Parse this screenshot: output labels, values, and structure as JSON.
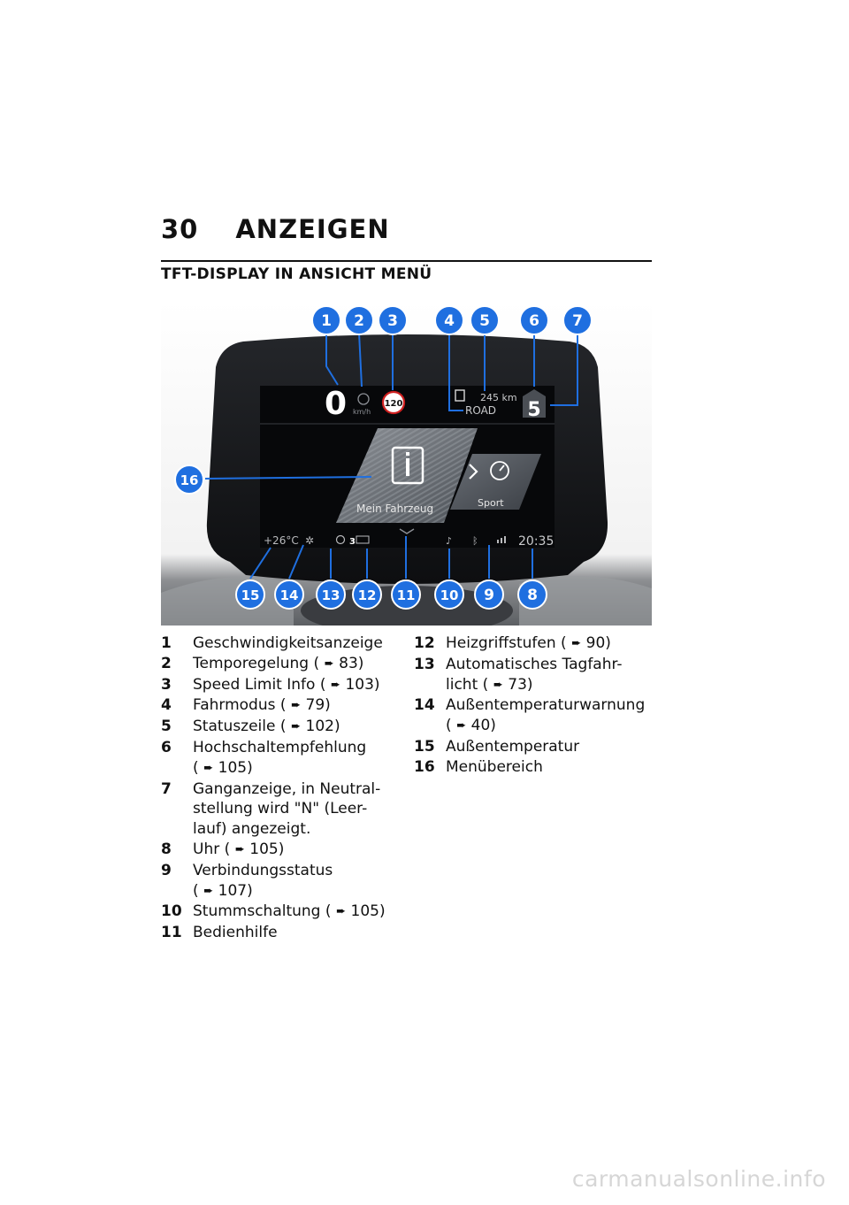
{
  "header": {
    "page_number": "30",
    "chapter": "ANZEIGEN"
  },
  "section_title": "TFT-DISPLAY IN ANSICHT MENÜ",
  "display": {
    "speed": "0",
    "speed_unit": "km/h",
    "speed_limit": "120",
    "range": "245 km",
    "ride_mode": "ROAD",
    "gear": "5",
    "menu_label": "Mein Fahrzeug",
    "sport_label": "Sport",
    "temperature": "+26°C",
    "heated_grip_level": "3",
    "clock": "20:35"
  },
  "callouts": [
    "1",
    "2",
    "3",
    "4",
    "5",
    "6",
    "7",
    "8",
    "9",
    "10",
    "11",
    "12",
    "13",
    "14",
    "15",
    "16"
  ],
  "legend_left": [
    {
      "num": "1",
      "lines": [
        "Geschwindigkeitsanzeige"
      ],
      "ref": ""
    },
    {
      "num": "2",
      "lines": [
        "Temporegelung"
      ],
      "ref": "83)"
    },
    {
      "num": "3",
      "lines": [
        "Speed Limit Info"
      ],
      "ref": "103)"
    },
    {
      "num": "4",
      "lines": [
        "Fahrmodus"
      ],
      "ref": "79)"
    },
    {
      "num": "5",
      "lines": [
        "Statuszeile"
      ],
      "ref": "102)"
    },
    {
      "num": "6",
      "lines": [
        "Hochschaltempfehlung"
      ],
      "ref": "105)"
    },
    {
      "num": "7",
      "lines": [
        "Ganganzeige, in Neutral-",
        "stellung wird \"N\" (Leer-",
        "lauf) angezeigt."
      ],
      "ref": ""
    },
    {
      "num": "8",
      "lines": [
        "Uhr"
      ],
      "ref": "105)"
    },
    {
      "num": "9",
      "lines": [
        "Verbindungsstatus"
      ],
      "ref": "107)"
    },
    {
      "num": "10",
      "lines": [
        "Stummschaltung"
      ],
      "ref": "105)"
    },
    {
      "num": "11",
      "lines": [
        "Bedienhilfe"
      ],
      "ref": ""
    }
  ],
  "legend_right": [
    {
      "num": "12",
      "lines": [
        "Heizgriffstufen"
      ],
      "ref": "90)"
    },
    {
      "num": "13",
      "lines": [
        "Automatisches Tagfahr-",
        "licht"
      ],
      "ref": "73)"
    },
    {
      "num": "14",
      "lines": [
        "Außentemperaturwarnung"
      ],
      "ref": "40)"
    },
    {
      "num": "15",
      "lines": [
        "Außentemperatur"
      ],
      "ref": ""
    },
    {
      "num": "16",
      "lines": [
        "Menübereich"
      ],
      "ref": ""
    }
  ],
  "ref_prefix": "(",
  "watermark": "carmanualsonline.info",
  "colors": {
    "callout_blue": "#1f6fe0",
    "display_bg": "#0b0c0e"
  }
}
